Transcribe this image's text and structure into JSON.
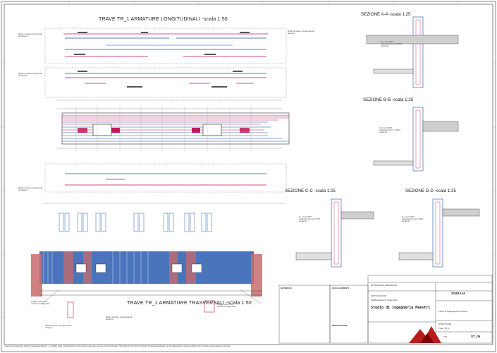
{
  "titles": {
    "long": "TRAVE TR_1 ARMATURE LONGITUDINALI  -scala 1:50",
    "trasv": "TRAVE TR_1 ARMATURE TRASVERSALI  -scala 1:50",
    "sec_aa": "SEZIONE A-A  -scala 1:25",
    "sec_bb": "SEZIONE B-B  -scala 1:25",
    "sec_cc": "SEZIONE C-C  -scala 1:25",
    "sec_dd": "SEZIONE D-D  -scala 1:25"
  },
  "notes": {
    "note_left_1": "Ritolo al piano ortogonale al disegno",
    "note_left_2": "Ritolo al piano ortogonale al disegno",
    "note_left_3": "Ritolo al piano ortogonale al disegno",
    "note_right_1": "Ritolo al piano ortogonale al disegno",
    "note_bottom_1": "Ritolo al piano ortogonale al disegno",
    "note_bottom_2": "Ritolo al piano ortogonale al disegno",
    "staffa_label_1": "Legato (ferro con crociera ortogonale)",
    "staffa_label_2": "Legato (ferro con crociera ortogonale)"
  },
  "section_notes": {
    "aa": "N_1 ferri Ø16 collegamento ai 3 Ø12 esistenti",
    "bb": "N_1 ferri Ø16 collegamento ai 3 Ø12 esistenti",
    "cc": "N_1 ferri Ø16 collegamento ai 3 Ø12 esistenti",
    "dd": "N_1 ferri Ø16 collegamento ai 3 Ø12 esistenti"
  },
  "titleblock": {
    "revision": "00  01/03/2015  EMISSIONE",
    "commessa": "2/182A14",
    "studio": "Studio di Ingegneria Maestri",
    "oggetto": "Lavori di adeguamento sismico",
    "tavola_label": "STRUTTURE",
    "tavola_sub": "Trave TR_1",
    "sheet": "ST_05",
    "scale": "1:50",
    "cliente": "MATTIA FULVIO",
    "address": "Via Bandiera 15, Scafa (PE)"
  },
  "legend": {
    "materiali": "MATERIALI",
    "collegamenti": "COLLEGAMENTI",
    "prescrizioni": "PRESCRIZIONI"
  },
  "footer": "I documenti di proprietà Studio di Ingegneria Maestri — La Studio tutela i propri diritti di uso formato in sede civile e penale a termini di legge. This document is property of Studio di Ingegneria Maestri: we will safeguard its rights according to the civil and penal provisions of the law.",
  "colors": {
    "rebar_red": "#c2185b",
    "rebar_blue": "#1e4fa8",
    "stirrup_blue": "#2a5db0",
    "shade": "#c96b6b",
    "concrete": "#cfcfcf",
    "logo": "#b71c1c"
  }
}
